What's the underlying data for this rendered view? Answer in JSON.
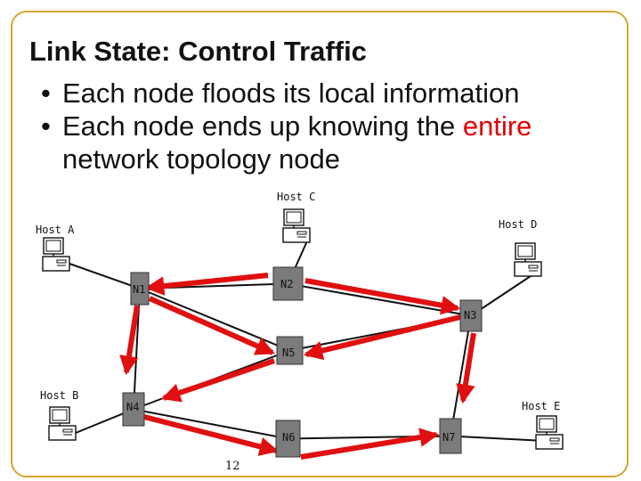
{
  "slide": {
    "title": "Link State: Control Traffic",
    "bullets": [
      {
        "text": "Each node floods its local information"
      },
      {
        "text_before": "Each node ends up knowing the ",
        "highlight": "entire",
        "text_after": "network topology node"
      }
    ],
    "bullet_glyph": "•",
    "highlight_color": "#e00000",
    "page_number": "12"
  },
  "diagram": {
    "nodes": [
      {
        "id": "N1",
        "label": "N1"
      },
      {
        "id": "N2",
        "label": "N2"
      },
      {
        "id": "N3",
        "label": "N3"
      },
      {
        "id": "N5",
        "label": "N5"
      },
      {
        "id": "N4",
        "label": "N4"
      },
      {
        "id": "N6",
        "label": "N6"
      },
      {
        "id": "N7",
        "label": "N7"
      }
    ],
    "hosts": [
      {
        "id": "A",
        "label": "Host A",
        "attached_to": "N1"
      },
      {
        "id": "B",
        "label": "Host B",
        "attached_to": "N4"
      },
      {
        "id": "C",
        "label": "Host C",
        "attached_to": "N2"
      },
      {
        "id": "D",
        "label": "Host D",
        "attached_to": "N3"
      },
      {
        "id": "E",
        "label": "Host E",
        "attached_to": "N7"
      }
    ],
    "links": [
      [
        "N1",
        "N2"
      ],
      [
        "N1",
        "N5"
      ],
      [
        "N1",
        "N4"
      ],
      [
        "N2",
        "N3"
      ],
      [
        "N3",
        "N5"
      ],
      [
        "N3",
        "N7"
      ],
      [
        "N5",
        "N4"
      ],
      [
        "N4",
        "N6"
      ],
      [
        "N6",
        "N7"
      ]
    ],
    "flood_messages": [
      [
        "N2",
        "N1"
      ],
      [
        "N2",
        "N3"
      ],
      [
        "N1",
        "N5"
      ],
      [
        "N3",
        "N5"
      ],
      [
        "N1",
        "N4"
      ],
      [
        "N5",
        "N4"
      ],
      [
        "N3",
        "N7"
      ],
      [
        "N4",
        "N6"
      ],
      [
        "N6",
        "N7"
      ]
    ],
    "colors": {
      "router": "#7b7b7b",
      "link": "#111111",
      "flood_arrow": "#e01010",
      "frame": "#d9a430"
    },
    "icons": {
      "router": "router-box",
      "host": "desktop-computer-icon"
    }
  }
}
